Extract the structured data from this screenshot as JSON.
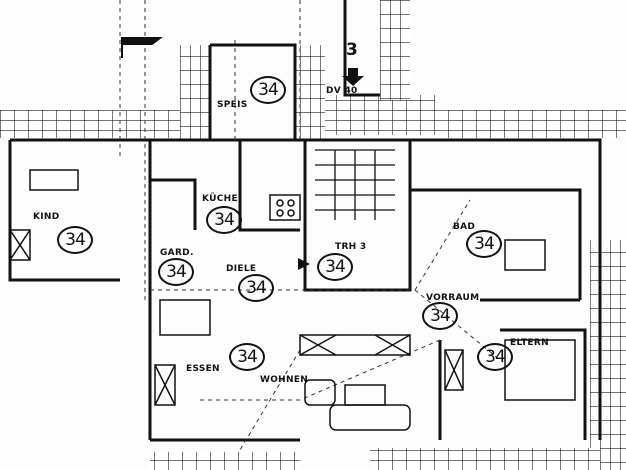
{
  "title_marker": "3",
  "dv_label": "DV 40",
  "rooms": [
    {
      "name": "SPEIS",
      "number": "34"
    },
    {
      "name": "KIND",
      "number": "34"
    },
    {
      "name": "KÜCHE",
      "number": "34"
    },
    {
      "name": "GARD.",
      "number": "34"
    },
    {
      "name": "DIELE",
      "number": "34"
    },
    {
      "name": "TRH 3",
      "number": "34"
    },
    {
      "name": "BAD",
      "number": "34"
    },
    {
      "name": "VORRAUM",
      "number": "34"
    },
    {
      "name": "ELTERN",
      "number": "34"
    },
    {
      "name": "ESSEN",
      "number": "34"
    },
    {
      "name": "WOHNEN",
      "number": ""
    }
  ]
}
